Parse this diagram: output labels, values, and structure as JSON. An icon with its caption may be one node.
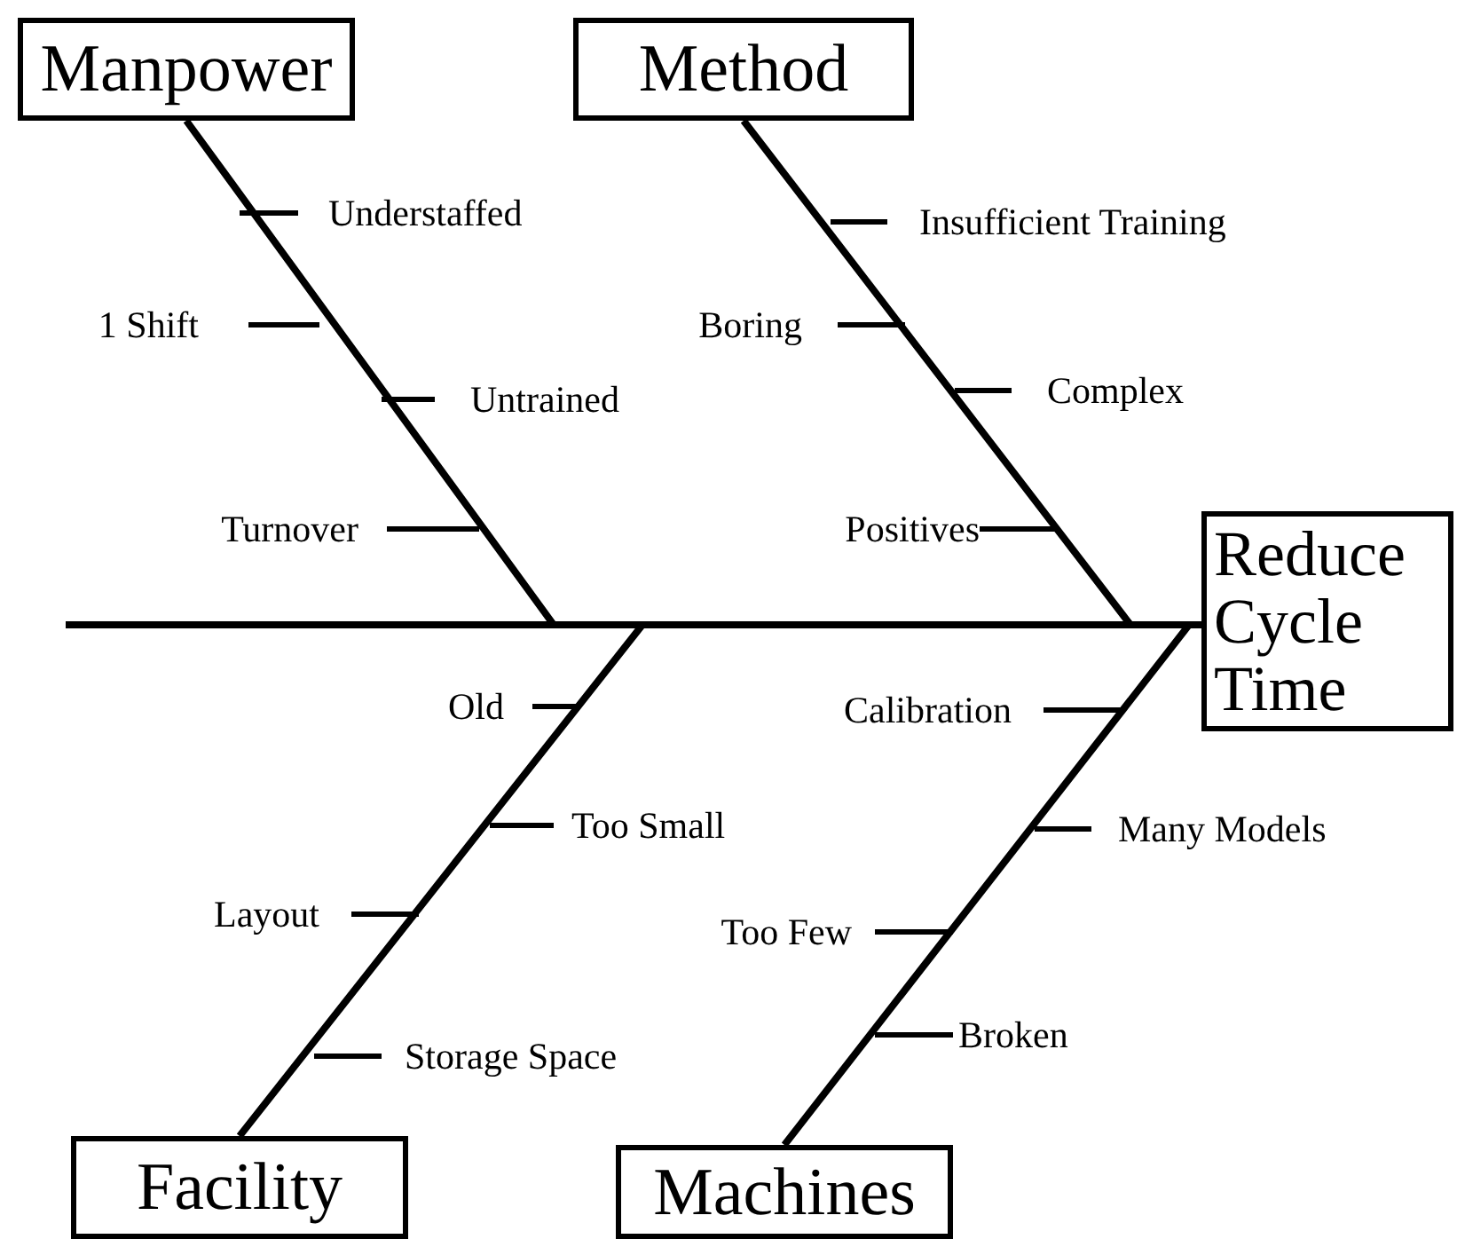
{
  "diagram": {
    "nodes": [
      {
        "text": [
          "Manpower"
        ]
      },
      {
        "text": [
          "Method"
        ]
      },
      {
        "text": [
          "Reduce Cycle Time"
        ]
      },
      {
        "text": [
          "Facility"
        ]
      },
      {
        "text": [
          "Machines"
        ]
      }
    ],
    "edges": [
      {
        "from": null,
        "to": 2,
        "arrow": "none"
      },
      {
        "from": 0,
        "to": 2,
        "arrow": "none"
      },
      {
        "from": 1,
        "to": 2,
        "arrow": "none"
      },
      {
        "from": 3,
        "to": 2,
        "arrow": "none"
      },
      {
        "from": 4,
        "to": 2,
        "arrow": "none"
      }
    ],
    "labels": [
      "Understaffed",
      "Insufficient Training",
      "1 Shift",
      "Boring",
      "Untrained",
      "Complex",
      "Turnover",
      "Positives",
      "Old",
      "Calibration",
      "Too Small",
      "Many Models",
      "Layout",
      "Too Few",
      "Storage Space",
      "Broken"
    ]
  }
}
